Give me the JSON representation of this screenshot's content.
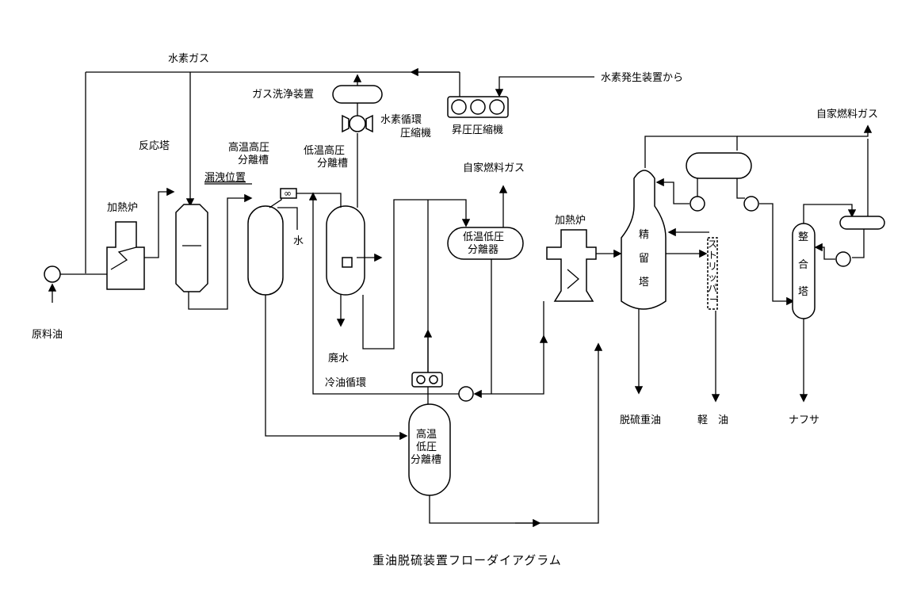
{
  "title": "重油脱硫装置フローダイアグラム",
  "labels": {
    "hydrogen_gas": "水素ガス",
    "from_h2_plant": "水素発生装置から",
    "gas_washer": "ガス洗浄装置",
    "h2_recycle_compressor": [
      "水素循環",
      "圧縮機"
    ],
    "booster_compressor": "昇圧圧縮機",
    "own_fuel_gas_top": "自家燃料ガス",
    "own_fuel_gas_mid": "自家燃料ガス",
    "reactor": "反応塔",
    "heater_left": "加熱炉",
    "heater_right": "加熱炉",
    "ht_hp_separator": [
      "高温高圧",
      "分離槽"
    ],
    "lt_hp_separator": [
      "低温高圧",
      "分離槽"
    ],
    "leak_position": "漏洩位置",
    "water": "水",
    "lt_lp_separator": [
      "低温低圧",
      "分離器"
    ],
    "waste_water": "廃水",
    "cold_oil_recycle": "冷油循環",
    "ht_lp_separator": [
      "高温",
      "低圧",
      "分離槽"
    ],
    "feed_oil": "原料油",
    "fractionator": [
      "精",
      "留",
      "塔"
    ],
    "stripper": [
      "ス",
      "ト",
      "リ",
      "ッ",
      "パ",
      "ー"
    ],
    "stabilizer": [
      "整",
      "合",
      "塔"
    ],
    "desulf_heavy_oil": "脱硫重油",
    "light_oil": "軽　油",
    "naphtha": "ナフサ"
  }
}
